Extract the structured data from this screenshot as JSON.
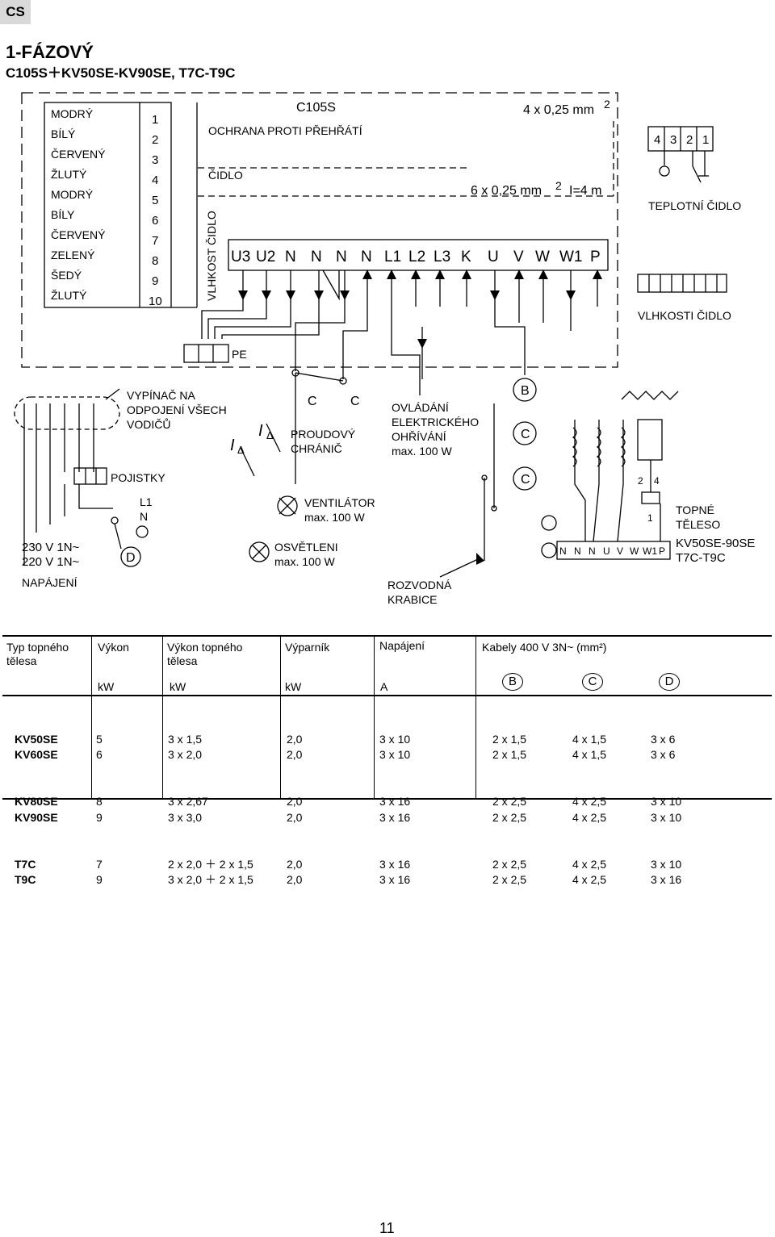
{
  "header": {
    "lang": "CS",
    "title": "1-FÁZOVÝ",
    "subtitle": "C105S＋KV50SE-KV90SE, T7C-T9C"
  },
  "diagram": {
    "wire_colors": [
      "MODRÝ",
      "BÍLÝ",
      "ČERVENÝ",
      "ŽLUTÝ",
      "MODRÝ",
      "BÍLY",
      "ČERVENÝ",
      "ZELENÝ",
      "ŠEDÝ",
      "ŽLUTÝ"
    ],
    "wire_numbers": [
      "1",
      "2",
      "3",
      "4",
      "5",
      "6",
      "7",
      "8",
      "9",
      "10"
    ],
    "humidity_sensor_vertical": "VLHKOST ČIDLO",
    "c105s": "C105S",
    "overheat": "OCHRANA PROTI PŘEHŘÁTÍ",
    "sensor": "ČIDLO",
    "cable_4": "4 x 0,25 mm",
    "cable_6": "6 x 0,25 mm",
    "cable_sup": "2",
    "length": "I=4 m",
    "temp_terminals": [
      "4",
      "3",
      "2",
      "1"
    ],
    "temp_sensor": "TEPLOTNÍ ČIDLO",
    "humidity_sensor": "VLHKOSTI ČIDLO",
    "terminals": [
      "U3",
      "U2",
      "N",
      "N",
      "N",
      "N",
      "L1",
      "L2",
      "L3",
      "K",
      "U",
      "V",
      "W",
      "W1",
      "P"
    ],
    "pe": "PE",
    "switch_label": [
      "VYPÍNAČ NA",
      "ODPOJENÍ VŠECH",
      "VODIČŮ"
    ],
    "rcd_symbol": "I",
    "rcd_sub": "Δ",
    "rcd_label": [
      "PROUDOVÝ",
      "CHRÁNIČ"
    ],
    "c_letter": "C",
    "b_letter": "B",
    "d_letter": "D",
    "heating_control": [
      "OVLÁDÁNÍ",
      "ELEKTRICKÉHO",
      "OHŘÍVÁNÍ",
      "max. 100 W"
    ],
    "fuses": "POJISTKY",
    "l1": "L1",
    "n": "N",
    "fan": [
      "VENTILÁTOR",
      "max. 100 W"
    ],
    "light": [
      "OSVĚTLENI",
      "max. 100 W"
    ],
    "supply": [
      "230 V 1N~",
      "220 V 1N~"
    ],
    "power": "NAPÁJENÍ",
    "junction_box": [
      "ROZVODNÁ",
      "KRABICE"
    ],
    "heater_terminals": [
      "N",
      "N",
      "N",
      "U",
      "V",
      "W",
      "W1",
      "P"
    ],
    "heater_contacts": [
      "2",
      "4",
      "1"
    ],
    "heater_label": [
      "TOPNÉ",
      "TĚLESO"
    ],
    "heater_models": [
      "KV50SE-90SE",
      "T7C-T9C"
    ]
  },
  "table": {
    "headers": {
      "type": [
        "Typ topného",
        "tělesa"
      ],
      "output": "Výkon",
      "heater_output": [
        "Výkon topného",
        "tělesa"
      ],
      "evaporator": "Výparník",
      "supply": "Napájení",
      "cables": "Kabely 400 V 3N~ (mm²)"
    },
    "units": {
      "output": "kW",
      "heater_output": "kW",
      "evaporator": "kW",
      "supply": "A"
    },
    "cable_cols": [
      "B",
      "C",
      "D"
    ],
    "rows": [
      {
        "type": "KV50SE",
        "kw": "5",
        "heater": "3 x 1,5",
        "evap": "2,0",
        "amp": "3 x 10",
        "b": "2 x 1,5",
        "c": "4 x 1,5",
        "d": "3 x 6"
      },
      {
        "type": "KV60SE",
        "kw": "6",
        "heater": "3 x 2,0",
        "evap": "2,0",
        "amp": "3 x 10",
        "b": "2 x 1,5",
        "c": "4 x 1,5",
        "d": "3 x 6"
      },
      {
        "type": "KV80SE",
        "kw": "8",
        "heater": "3 x 2,67",
        "evap": "2,0",
        "amp": "3 x 16",
        "b": "2 x 2,5",
        "c": "4 x 2,5",
        "d": "3 x 10"
      },
      {
        "type": "KV90SE",
        "kw": "9",
        "heater": "3 x 3,0",
        "evap": "2,0",
        "amp": "3 x 16",
        "b": "2 x 2,5",
        "c": "4 x 2,5",
        "d": "3 x 10"
      },
      {
        "type": "T7C",
        "kw": "7",
        "heater": "2 x 2,0 ＋ 2 x 1,5",
        "evap": "2,0",
        "amp": "3 x 16",
        "b": "2 x 2,5",
        "c": "4 x 2,5",
        "d": "3 x 10"
      },
      {
        "type": "T9C",
        "kw": "9",
        "heater": "3 x 2,0 ＋ 2 x 1,5",
        "evap": "2,0",
        "amp": "3 x 16",
        "b": "2 x 2,5",
        "c": "4 x 2,5",
        "d": "3 x 16"
      }
    ]
  },
  "page_number": "11"
}
